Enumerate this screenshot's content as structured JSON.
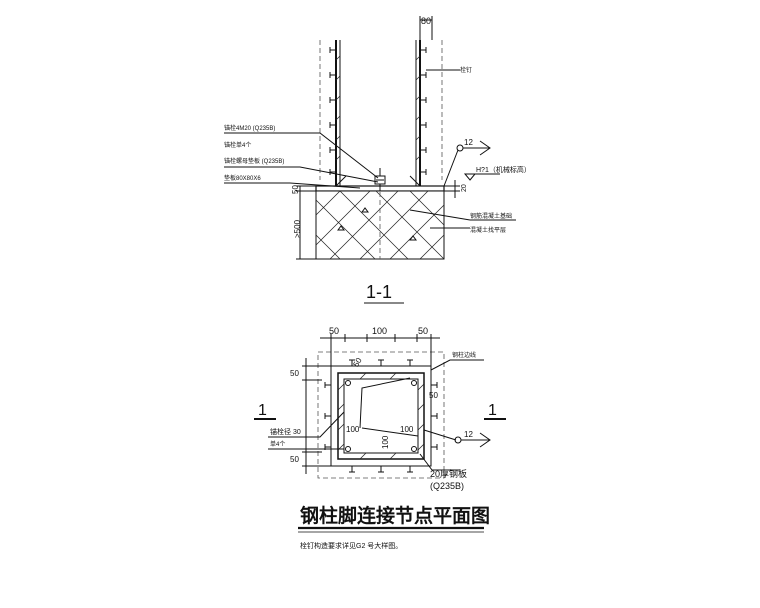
{
  "section": {
    "label": "1-1",
    "dim_top": "80",
    "dim_50": "50",
    "dim_20": "20",
    "dim_depth": ">500",
    "callout_id": "12",
    "elevation": "H?1（机械标高）",
    "notes_left": [
      "锚栓4M20 (Q235B)",
      "锚栓单4个",
      "锚栓螺母垫板 (Q235B)",
      "垫板80X80X6"
    ],
    "note_right_top": "栓钉",
    "notes_right_low": [
      "钢筋混凝土基础",
      "混凝土找平层"
    ]
  },
  "plan": {
    "dims_top": [
      "50",
      "100",
      "50"
    ],
    "dims_left": [
      "50",
      "50"
    ],
    "dims_inner": [
      "50",
      "100",
      "100",
      "100",
      "50"
    ],
    "callout_id": "12",
    "section_mark": "1",
    "note_top_right": "钢柱边线",
    "note_left_1": "锚栓径 30",
    "note_left_2": "单4个",
    "note_bottom_right_1": "20厚钢板",
    "note_bottom_right_2": "(Q235B)"
  },
  "title": "钢柱脚连接节点平面图",
  "footnote": "栓钉构造要求详见G2 号大样图。"
}
